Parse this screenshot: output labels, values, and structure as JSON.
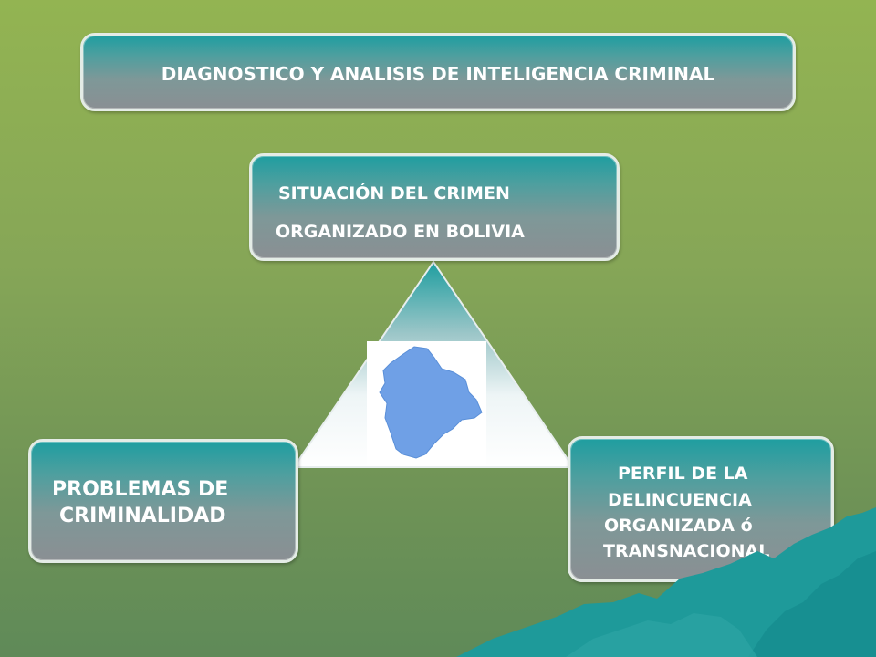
{
  "title": "DIAGNOSTICO Y ANALISIS DE INTELIGENCIA CRIMINAL",
  "top_node": {
    "line1": "SITUACIÓN DEL  CRIMEN",
    "line2": "ORGANIZADO  EN BOLIVIA"
  },
  "left_node": {
    "line1": "PROBLEMAS  DE",
    "line2": "CRIMINALIDAD"
  },
  "right_node": {
    "line1": "PERFIL DE LA",
    "line2": "DELINCUENCIA",
    "line3": "ORGANIZADA  ó",
    "line4": "TRANSNACIONAL"
  },
  "center_image": {
    "icon": "bolivia-map-icon",
    "color": "#6fa0e6"
  },
  "colors": {
    "background_top": "#93b452",
    "background_bottom": "#5f8a58",
    "box_top": "#1f9ea0",
    "box_bottom": "#8a8f93",
    "mountain": "#1e9a9a"
  }
}
